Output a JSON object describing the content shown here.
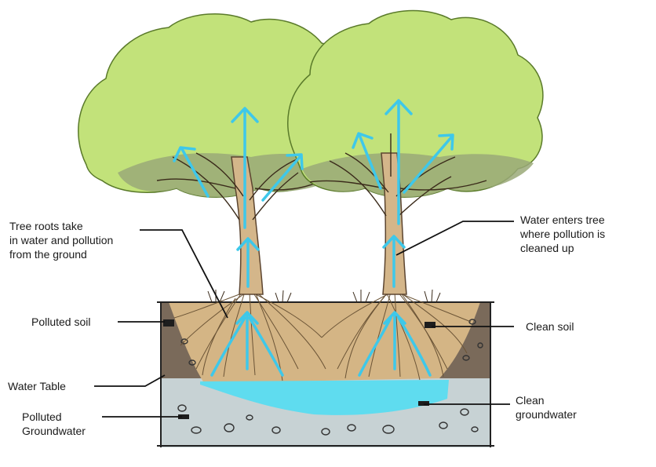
{
  "labels": {
    "tree_roots": [
      "Tree roots take",
      "in water and pollution",
      "from the ground"
    ],
    "water_enters": [
      "Water enters tree",
      "where pollution is",
      "cleaned up"
    ],
    "polluted_soil": "Polluted soil",
    "clean_soil": "Clean soil",
    "water_table": "Water Table",
    "polluted_groundwater": [
      "Polluted",
      "Groundwater"
    ],
    "clean_groundwater": [
      "Clean",
      "groundwater"
    ]
  },
  "colors": {
    "canopy": "#c2e27a",
    "canopy_shadow": "#9aa978",
    "trunk": "#d4b68a",
    "clean_soil": "#d4b585",
    "polluted_soil": "#7a6a5a",
    "groundwater": "#c7d2d4",
    "clean_water": "#5fdcef",
    "arrow": "#3ec8ea"
  }
}
